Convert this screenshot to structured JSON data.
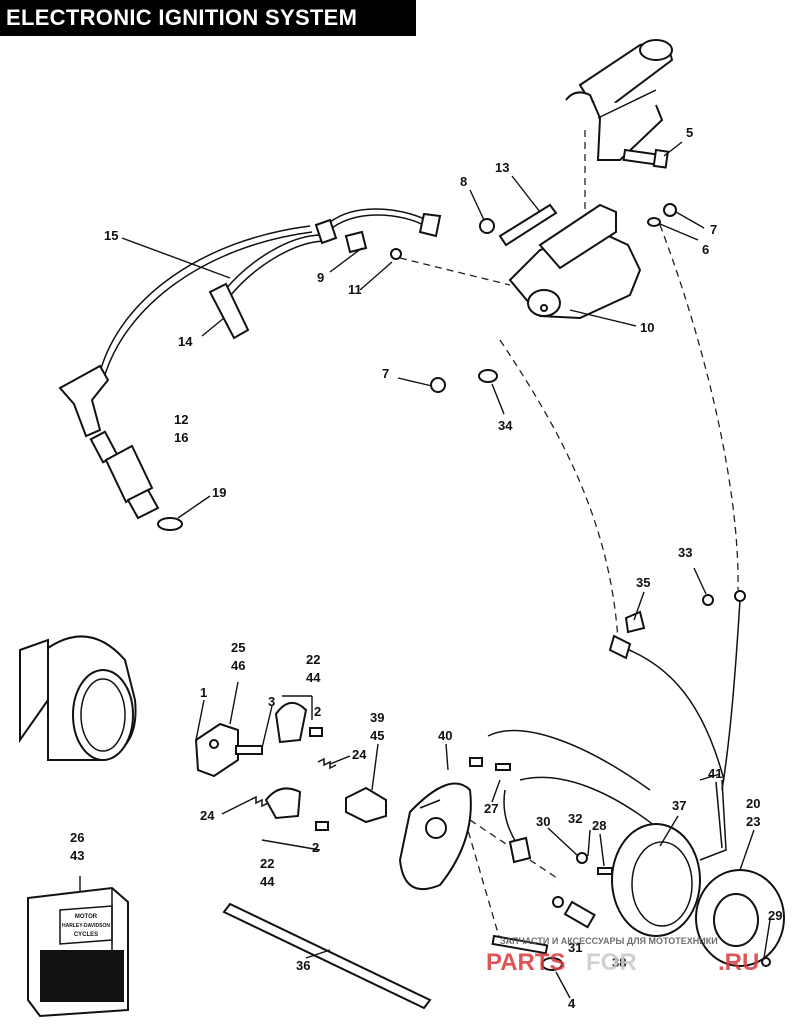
{
  "header": {
    "title": "ELECTRONIC IGNITION SYSTEM"
  },
  "callouts": {
    "c5": "5",
    "c13": "13",
    "c8": "8",
    "c7a": "7",
    "c6": "6",
    "c15": "15",
    "c9": "9",
    "c11": "11",
    "c10": "10",
    "c14": "14",
    "c7b": "7",
    "c34": "34",
    "c12": "12",
    "c16": "16",
    "c19": "19",
    "c33": "33",
    "c35": "35",
    "c25": "25",
    "c46": "46",
    "c22a": "22",
    "c44a": "44",
    "c1": "1",
    "c3": "3",
    "c2a": "2",
    "c39": "39",
    "c45": "45",
    "c40": "40",
    "c24a": "24",
    "c24b": "24",
    "c41": "41",
    "c27": "27",
    "c37": "37",
    "c20": "20",
    "c23": "23",
    "c30": "30",
    "c32": "32",
    "c28": "28",
    "c2b": "2",
    "c22b": "22",
    "c44b": "44",
    "c26": "26",
    "c43": "43",
    "c36": "36",
    "c31": "31",
    "c38": "38",
    "c29": "29",
    "c4": "4"
  },
  "box_label": {
    "line1": "MOTOR",
    "line2": "HARLEY-DAVIDSON",
    "line3": "CYCLES"
  },
  "watermark": {
    "caption": "ЗАПЧАСТИ И АКСЕССУАРЫ ДЛЯ МОТОТЕХНИКИ",
    "brand_a": "PARTS",
    "brand_b": "FOR",
    "brand_c": ".RU"
  },
  "colors": {
    "ink": "#111111",
    "paper": "#ffffff",
    "watermark": "#d9383a"
  }
}
